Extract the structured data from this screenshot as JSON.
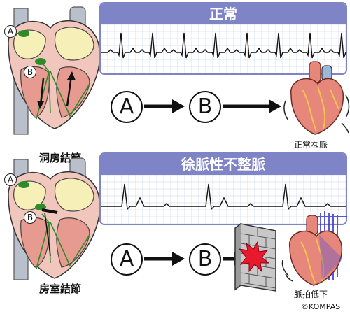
{
  "top": {
    "title": "正常",
    "point_a": "A",
    "point_b": "B",
    "sequence_a": "A",
    "sequence_b": "B",
    "heart_caption": "正常な脈"
  },
  "bottom": {
    "title": "徐脈性不整脈",
    "sa_node_label": "洞房結節",
    "av_node_label": "房室結節",
    "point_a": "A",
    "point_b": "B",
    "sequence_a": "A",
    "sequence_b": "B",
    "heart_caption": "脈拍低下"
  },
  "credit": "©KOMPAS",
  "colors": {
    "accent": "#7f84c6",
    "grid": "#c9cbe9",
    "node": "#2f8a2a",
    "block": "#e8192c",
    "heart": "#e7867a"
  }
}
